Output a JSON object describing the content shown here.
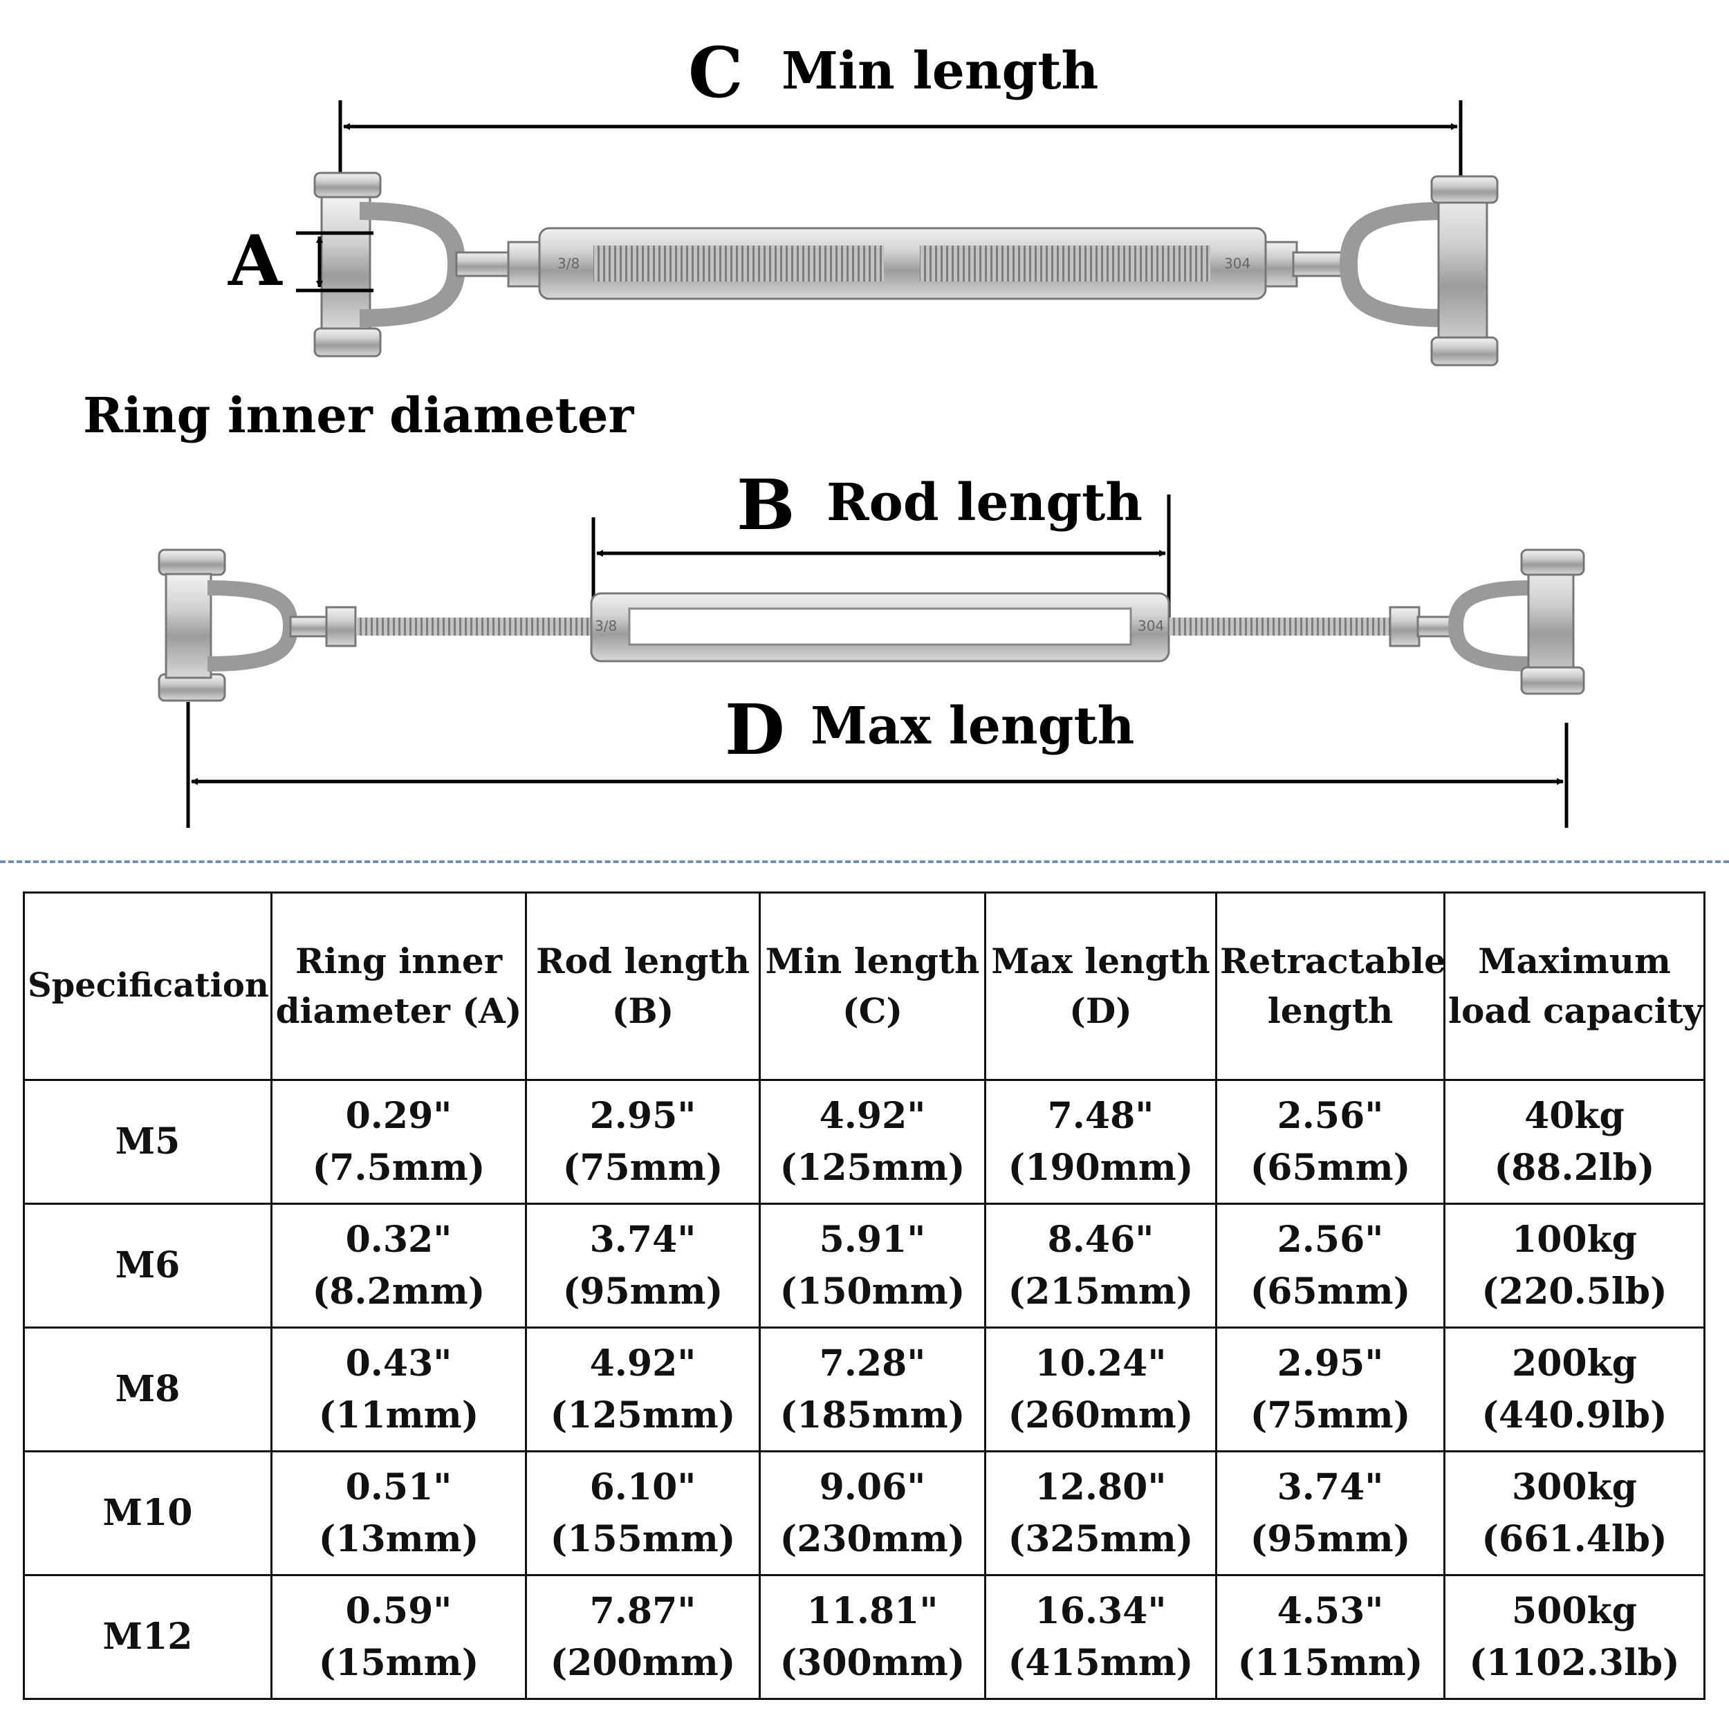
{
  "diagram": {
    "min_length": {
      "letter": "C",
      "label": "Min length"
    },
    "rod_length": {
      "letter": "B",
      "label": "Rod length"
    },
    "max_length": {
      "letter": "D",
      "label": "Max length"
    },
    "ring_inner": {
      "letter": "A",
      "caption": "Ring inner diameter"
    },
    "stamps": {
      "left": "3/8",
      "right": "304"
    }
  },
  "table": {
    "headers": [
      {
        "line1": "Specification",
        "line2": ""
      },
      {
        "line1": "Ring inner",
        "line2": "diameter (A)"
      },
      {
        "line1": "Rod length",
        "line2": "(B)"
      },
      {
        "line1": "Min length",
        "line2": "(C)"
      },
      {
        "line1": "Max length",
        "line2": "(D)"
      },
      {
        "line1": "Retractable",
        "line2": "length"
      },
      {
        "line1": "Maximum",
        "line2": "load capacity"
      }
    ],
    "rows": [
      {
        "spec": "M5",
        "cells": [
          [
            "0.29\"",
            "(7.5mm)"
          ],
          [
            "2.95\"",
            "(75mm)"
          ],
          [
            "4.92\"",
            "(125mm)"
          ],
          [
            "7.48\"",
            "(190mm)"
          ],
          [
            "2.56\"",
            "(65mm)"
          ],
          [
            "40kg",
            "(88.2lb)"
          ]
        ]
      },
      {
        "spec": "M6",
        "cells": [
          [
            "0.32\"",
            "(8.2mm)"
          ],
          [
            "3.74\"",
            "(95mm)"
          ],
          [
            "5.91\"",
            "(150mm)"
          ],
          [
            "8.46\"",
            "(215mm)"
          ],
          [
            "2.56\"",
            "(65mm)"
          ],
          [
            "100kg",
            "(220.5lb)"
          ]
        ]
      },
      {
        "spec": "M8",
        "cells": [
          [
            "0.43\"",
            "(11mm)"
          ],
          [
            "4.92\"",
            "(125mm)"
          ],
          [
            "7.28\"",
            "(185mm)"
          ],
          [
            "10.24\"",
            "(260mm)"
          ],
          [
            "2.95\"",
            "(75mm)"
          ],
          [
            "200kg",
            "(440.9lb)"
          ]
        ]
      },
      {
        "spec": "M10",
        "cells": [
          [
            "0.51\"",
            "(13mm)"
          ],
          [
            "6.10\"",
            "(155mm)"
          ],
          [
            "9.06\"",
            "(230mm)"
          ],
          [
            "12.80\"",
            "(325mm)"
          ],
          [
            "3.74\"",
            "(95mm)"
          ],
          [
            "300kg",
            "(661.4lb)"
          ]
        ]
      },
      {
        "spec": "M12",
        "cells": [
          [
            "0.59\"",
            "(15mm)"
          ],
          [
            "7.87\"",
            "(200mm)"
          ],
          [
            "11.81\"",
            "(300mm)"
          ],
          [
            "16.34\"",
            "(415mm)"
          ],
          [
            "4.53\"",
            "(115mm)"
          ],
          [
            "500kg",
            "(1102.3lb)"
          ]
        ]
      }
    ]
  }
}
